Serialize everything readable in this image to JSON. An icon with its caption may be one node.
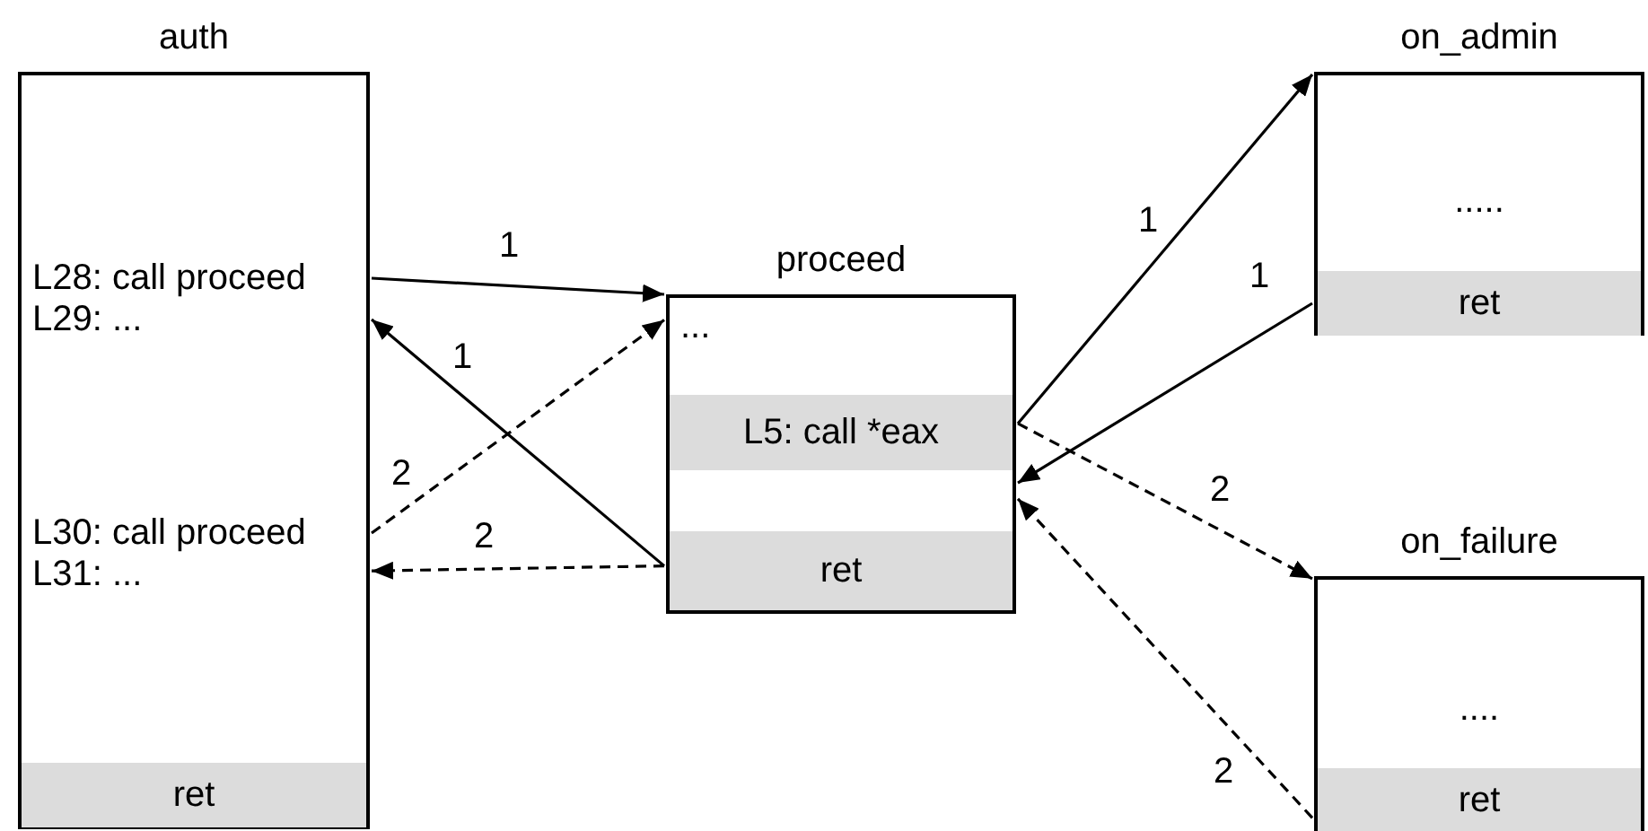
{
  "diagram": {
    "nodes": [
      {
        "text": [
          "auth"
        ]
      },
      {
        "text": [
          "L28: call proceed"
        ],
        "in": 0
      },
      {
        "text": [
          "L29: ..."
        ],
        "in": 0
      },
      {
        "text": [
          "L30: call proceed"
        ],
        "in": 0
      },
      {
        "text": [
          "L31: ..."
        ],
        "in": 0
      },
      {
        "text": [
          "ret"
        ],
        "in": 0
      },
      {
        "text": [
          "proceed"
        ]
      },
      {
        "text": [
          "..."
        ],
        "in": 6
      },
      {
        "text": [
          "L5: call  *eax"
        ],
        "in": 6
      },
      {
        "text": [
          "ret"
        ],
        "in": 6
      },
      {
        "text": [
          "on_admin"
        ]
      },
      {
        "text": [
          "....."
        ],
        "in": 10
      },
      {
        "text": [
          "ret"
        ],
        "in": 10
      },
      {
        "text": [
          "on_failure"
        ]
      },
      {
        "text": [
          "...."
        ],
        "in": 13
      },
      {
        "text": [
          "ret"
        ],
        "in": 13
      }
    ],
    "edges": [
      {
        "from": 1,
        "to": 6,
        "arrow": "to",
        "label": "1"
      },
      {
        "from": 6,
        "to": 0,
        "arrow": "to",
        "label": "1"
      },
      {
        "from": 3,
        "to": 6,
        "arrow": "to",
        "label": "2",
        "style": "dashed"
      },
      {
        "from": 6,
        "to": 0,
        "arrow": "to",
        "label": "2",
        "style": "dashed"
      },
      {
        "from": 8,
        "to": 10,
        "arrow": "to",
        "label": "1"
      },
      {
        "from": 12,
        "to": 6,
        "arrow": "to",
        "label": "1"
      },
      {
        "from": 8,
        "to": 13,
        "arrow": "to",
        "label": "2",
        "style": "dashed"
      },
      {
        "from": 15,
        "to": 6,
        "arrow": "to",
        "label": "2",
        "style": "dashed"
      }
    ]
  }
}
